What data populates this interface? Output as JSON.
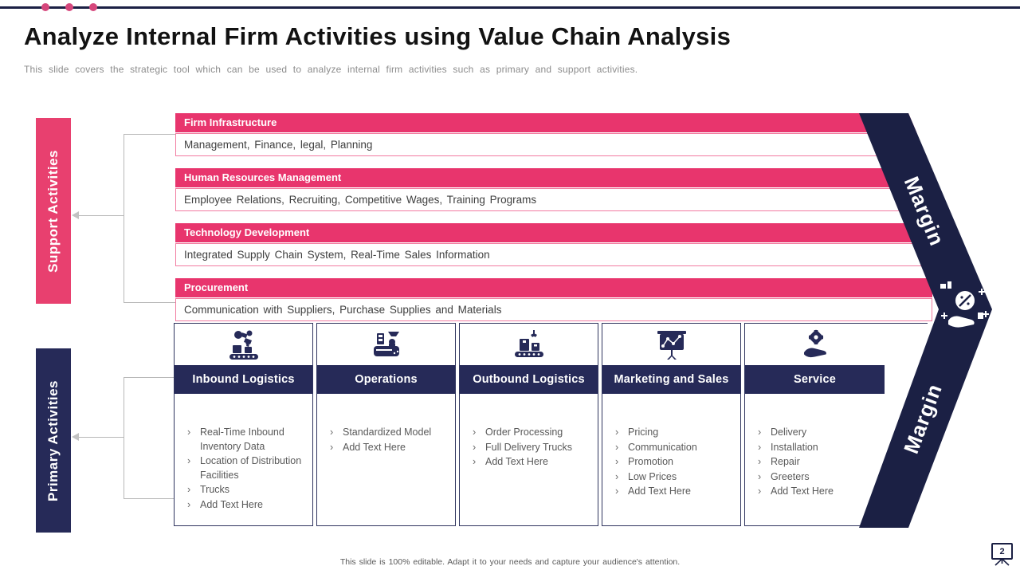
{
  "slide": {
    "title": "Analyze Internal Firm Activities using Value Chain Analysis",
    "subtitle": "This slide covers the strategic tool which can be used to analyze internal firm activities such as primary and support activities.",
    "footer": "This slide is 100% editable.  Adapt it to your needs and capture your audience's attention.",
    "page_number": "2"
  },
  "colors": {
    "pink": "#e8356d",
    "navy_dark": "#1b2044",
    "navy_header": "#262a58",
    "bullet_gray": "#595959",
    "subtitle_gray": "#8c8c8c"
  },
  "left_labels": {
    "support": "Support Activities",
    "primary": "Primary Activities"
  },
  "support_rows": [
    {
      "title": "Firm Infrastructure",
      "desc": "Management,  Finance,  legal,  Planning"
    },
    {
      "title": "Human Resources Management",
      "desc": "Employee Relations,  Recruiting,  Competitive Wages,  Training Programs"
    },
    {
      "title": "Technology Development",
      "desc": "Integrated  Supply  Chain  System,  Real-Time  Sales  Information"
    },
    {
      "title": "Procurement",
      "desc": "Communication  with  Suppliers,  Purchase  Supplies  and  Materials"
    }
  ],
  "primary_columns": [
    {
      "title": "Inbound Logistics",
      "icon": "robot-arm-conveyor-icon",
      "marker": "›",
      "items": [
        "Real-Time Inbound Inventory Data",
        "Location of Distribution Facilities",
        "Trucks",
        "Add Text Here"
      ]
    },
    {
      "title": "Operations",
      "icon": "assembly-machine-icon",
      "marker": "›",
      "items": [
        "Standardized Model",
        "Add Text Here"
      ]
    },
    {
      "title": "Outbound Logistics",
      "icon": "conveyor-boxes-claw-icon",
      "marker": "›",
      "items": [
        "Order Processing",
        "Full Delivery Trucks",
        "Add Text Here"
      ]
    },
    {
      "title": "Marketing and Sales",
      "icon": "marketing-board-icon",
      "marker": "›",
      "items": [
        "Pricing",
        "Communication",
        "Promotion",
        "Low Prices",
        "Add Text Here"
      ]
    },
    {
      "title": "Service",
      "icon": "hand-gear-icon",
      "marker": "›",
      "items": [
        "Delivery",
        "Installation",
        "Repair",
        "Greeters",
        "Add Text Here"
      ]
    }
  ],
  "margin": {
    "label_top": "Margin",
    "label_bottom": "Margin",
    "icon": "hand-coin-percent-icon"
  }
}
